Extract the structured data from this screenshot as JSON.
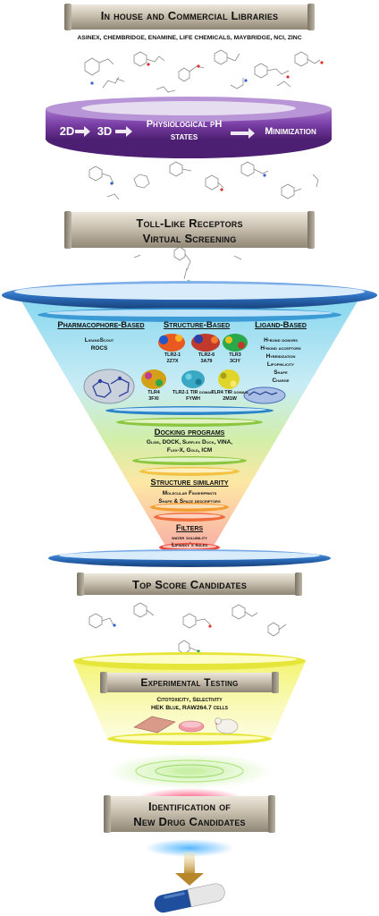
{
  "header": {
    "title": "In house and Commercial Libraries",
    "libraries": "ASINEX, CHEMBRIDGE, ENAMINE, LIFE CHEMICALS, MAYBRIDGE, NCI, ZINC"
  },
  "prep_ring": {
    "step_2d": "2D",
    "step_3d": "3D",
    "step_ph_line1": "Physiological pH",
    "step_ph_line2": "states",
    "step_min": "Minimization"
  },
  "tlr_banner": {
    "line1": "Toll-Like Receptors",
    "line2": "Virtual Screening"
  },
  "methods": {
    "pharmacophore": {
      "title": "Pharmacophore-Based",
      "items": [
        "LigandScout",
        "ROCS"
      ]
    },
    "structure": {
      "title": "Structure-Based",
      "proteins": [
        {
          "name": "TLR2-1",
          "code": "2Z7X",
          "color": "#e85a1f"
        },
        {
          "name": "TLR2-6",
          "code": "3A79",
          "color": "#c0392b"
        },
        {
          "name": "TLR3",
          "code": "3CIY",
          "color": "#2aa84a"
        },
        {
          "name": "TLR4",
          "code": "3FXI",
          "color": "#d4a017"
        },
        {
          "name": "TLR2-1 TIR domain",
          "code": "FYWH",
          "color": "#3aa7c4"
        },
        {
          "name": "TLR4 TIR domain",
          "code": "2M1W",
          "color": "#e2d52a"
        }
      ]
    },
    "ligand": {
      "title": "Ligand-Based",
      "items": [
        "H-bond donors",
        "H-bond acceptors",
        "Hybridization",
        "Lipophilicity",
        "Shape",
        "Charge"
      ]
    }
  },
  "docking": {
    "title": "Docking programs",
    "line1": "Glide, DOCK, Surflex Dock, VINA,",
    "line2": "Flex-X, Gold, ICM"
  },
  "similarity": {
    "title": "Structure similarity",
    "line1": "Molecular Fingerprints",
    "line2": "Shape & Space descriptors"
  },
  "filters": {
    "title": "Filters",
    "line1": "water solubility",
    "line2": "Lipinsky´s rules"
  },
  "top_banner": {
    "label": "Top Score Candidates"
  },
  "experimental": {
    "title": "Experimental Testing",
    "line1": "Citotoxicity, Selectivity",
    "line2": "HEK Blue, RAW264.7 cells"
  },
  "final_banner": {
    "line1": "Identification of",
    "line2": "New Drug Candidates"
  },
  "colors": {
    "banner": "#b6ad9b",
    "purple_ring": "#7a3fa6",
    "funnel_ring": "#2f73c4",
    "docking_ring": "#8cc63f",
    "similarity_ring": "#f39c32",
    "filters_ring": "#e84b3a",
    "experimental_ring": "#e8e84a",
    "pill_blue": "#1f4e9c"
  }
}
